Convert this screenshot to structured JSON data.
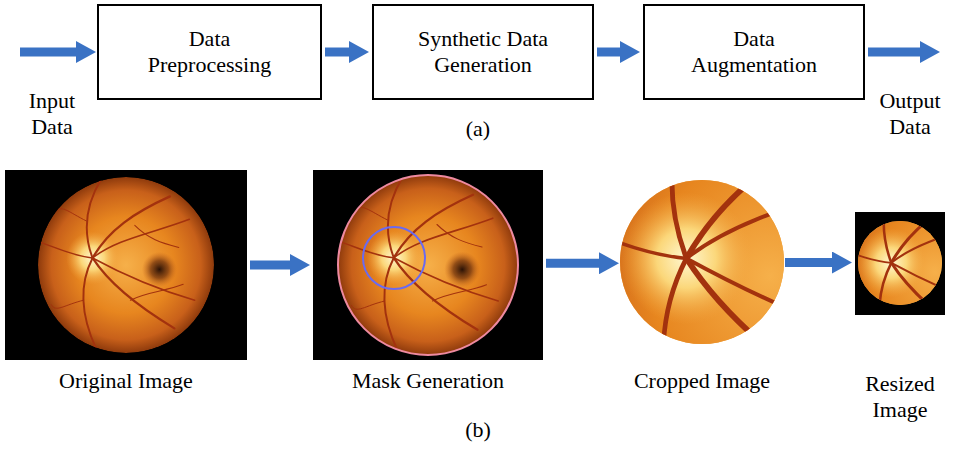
{
  "diagram": {
    "nodes": [
      {
        "text": [
          "Data Preprocessing"
        ]
      },
      {
        "text": [
          "Synthetic Data Generation"
        ]
      },
      {
        "text": [
          "Data Augmentation"
        ]
      },
      {
        "text": [
          "Original Image"
        ]
      },
      {
        "text": [
          "Mask Generation"
        ]
      },
      {
        "text": [
          "Cropped Image"
        ]
      },
      {
        "text": [
          "Resized Image"
        ]
      }
    ],
    "edges": [
      {
        "from": 0,
        "to": 1,
        "arrow": "to"
      },
      {
        "from": 1,
        "to": 2,
        "arrow": "to"
      },
      {
        "from": 3,
        "to": 4,
        "arrow": "to"
      },
      {
        "from": 4,
        "to": 5,
        "arrow": "to"
      },
      {
        "from": 5,
        "to": 6,
        "arrow": "to"
      }
    ],
    "labels": [
      "Input Data",
      "Output Data",
      "(a)",
      "(b)"
    ]
  }
}
